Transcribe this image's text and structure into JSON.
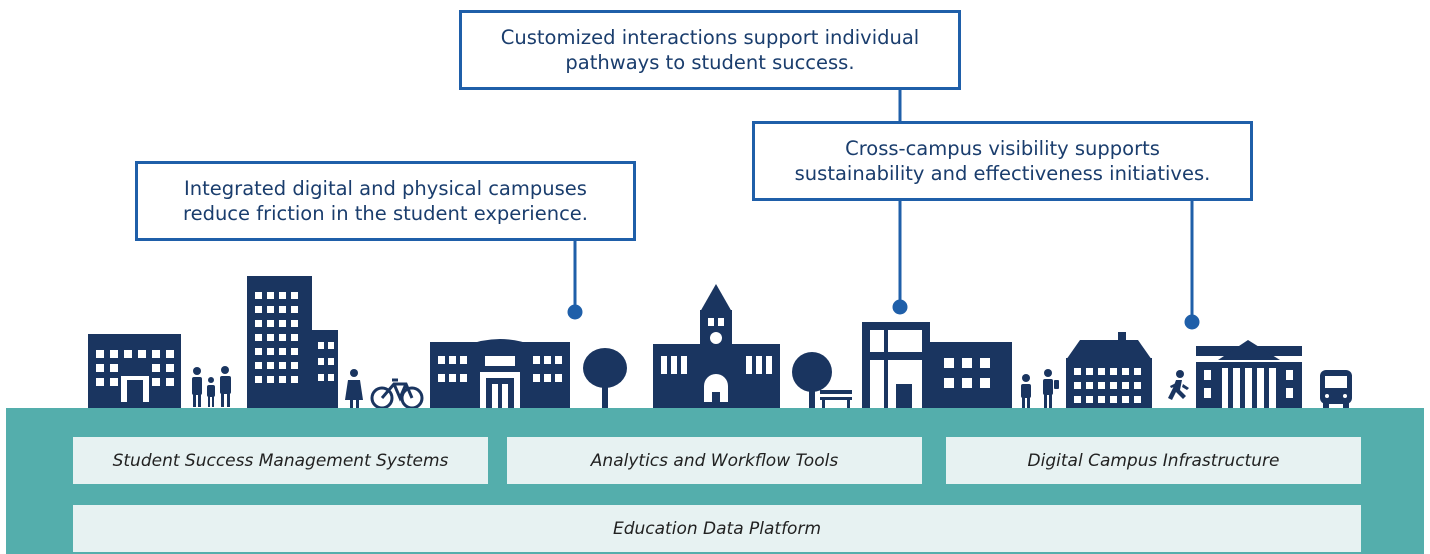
{
  "callouts": {
    "top": {
      "line1": "Customized interactions support individual",
      "line2": "pathways to student success."
    },
    "left": {
      "line1": "Integrated digital and physical campuses",
      "line2": "reduce friction in the student experience."
    },
    "right": {
      "line1": "Cross-campus visibility supports",
      "line2": "sustainability and effectiveness initiatives."
    }
  },
  "layers": {
    "systems": "Student Success Management Systems",
    "analytics": "Analytics and Workflow Tools",
    "infrastructure": "Digital Campus Infrastructure",
    "platform": "Education Data Platform"
  },
  "colors": {
    "navy": "#1a3560",
    "accent": "#1f5fa9",
    "teal": "#54aeac",
    "layer": "#e7f2f2"
  }
}
